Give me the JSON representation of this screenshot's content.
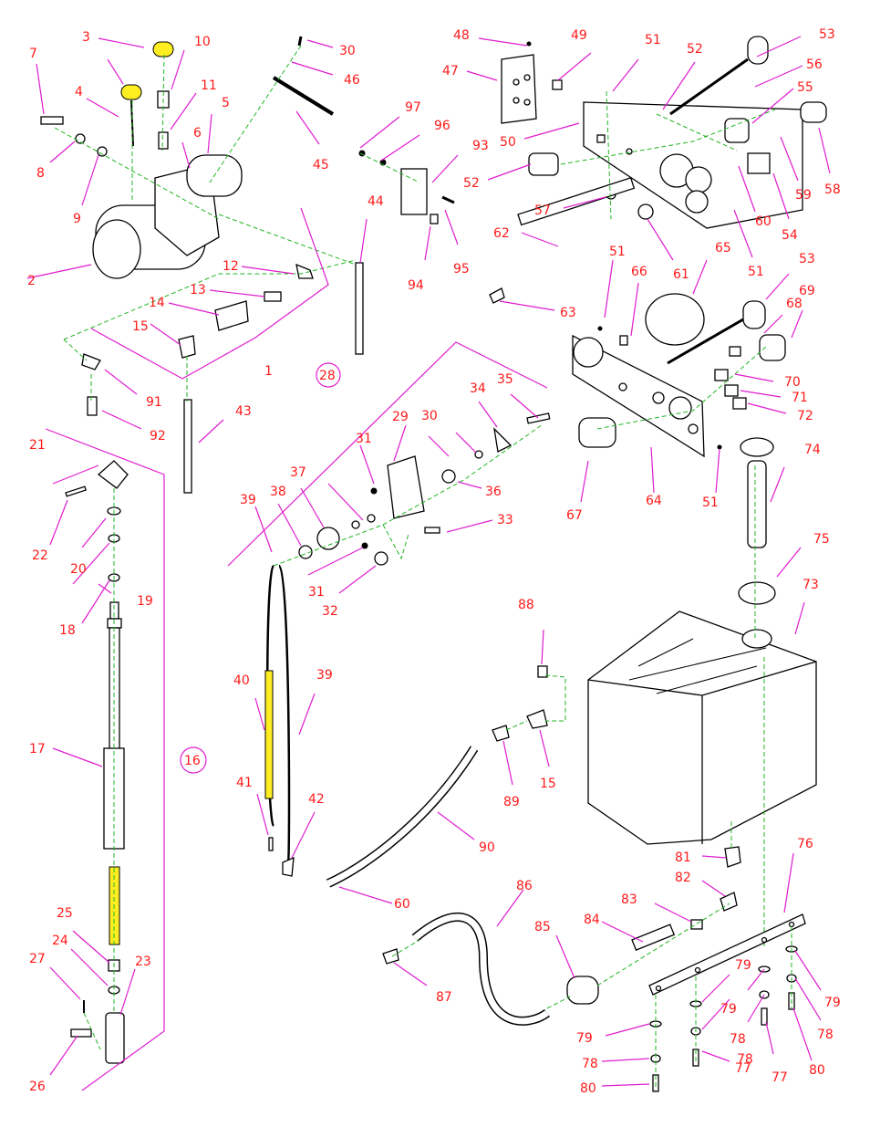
{
  "diagram": {
    "labels": [
      "1",
      "2",
      "3",
      "4",
      "5",
      "6",
      "7",
      "8",
      "9",
      "10",
      "11",
      "12",
      "13",
      "14",
      "15",
      "16",
      "17",
      "18",
      "19",
      "20",
      "21",
      "22",
      "23",
      "24",
      "25",
      "26",
      "27",
      "28",
      "29",
      "30",
      "31",
      "32",
      "33",
      "34",
      "35",
      "36",
      "37",
      "38",
      "39",
      "40",
      "41",
      "42",
      "43",
      "44",
      "45",
      "46",
      "47",
      "48",
      "49",
      "50",
      "51",
      "52",
      "53",
      "54",
      "55",
      "56",
      "57",
      "58",
      "59",
      "60",
      "61",
      "62",
      "63",
      "64",
      "65",
      "66",
      "67",
      "68",
      "69",
      "70",
      "71",
      "72",
      "73",
      "74",
      "75",
      "76",
      "77",
      "78",
      "79",
      "80",
      "81",
      "82",
      "83",
      "84",
      "85",
      "86",
      "87",
      "88",
      "89",
      "90",
      "91",
      "92",
      "93",
      "94",
      "95",
      "96",
      "97"
    ],
    "colors": {
      "label": "#ff1a1a",
      "leader": "#e01ccf",
      "axis": "#21b521",
      "highlight": "#ffee22"
    }
  }
}
